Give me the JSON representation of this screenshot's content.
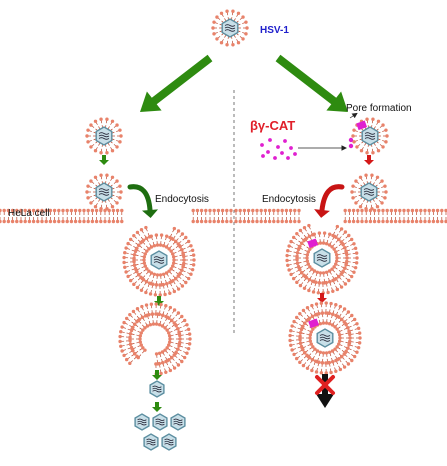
{
  "labels": {
    "virus": "HSV-1",
    "toxin": "βγ-CAT",
    "pore": "Pore formation",
    "endocytosis_left": "Endocytosis",
    "endocytosis_right": "Endocytosis",
    "cell": "HeLa cell"
  },
  "colors": {
    "membrane": "#e8826a",
    "tail": "#b84830",
    "green_arrow": "#2e8b10",
    "red_arrow": "#d41818",
    "toxin": "#e020d0",
    "capsid": "#5c8ea0",
    "virus_label": "#2020cc",
    "block": "#e02020"
  },
  "icons": [
    "virion-icon",
    "toxin-dots-icon",
    "block-cross-icon"
  ]
}
